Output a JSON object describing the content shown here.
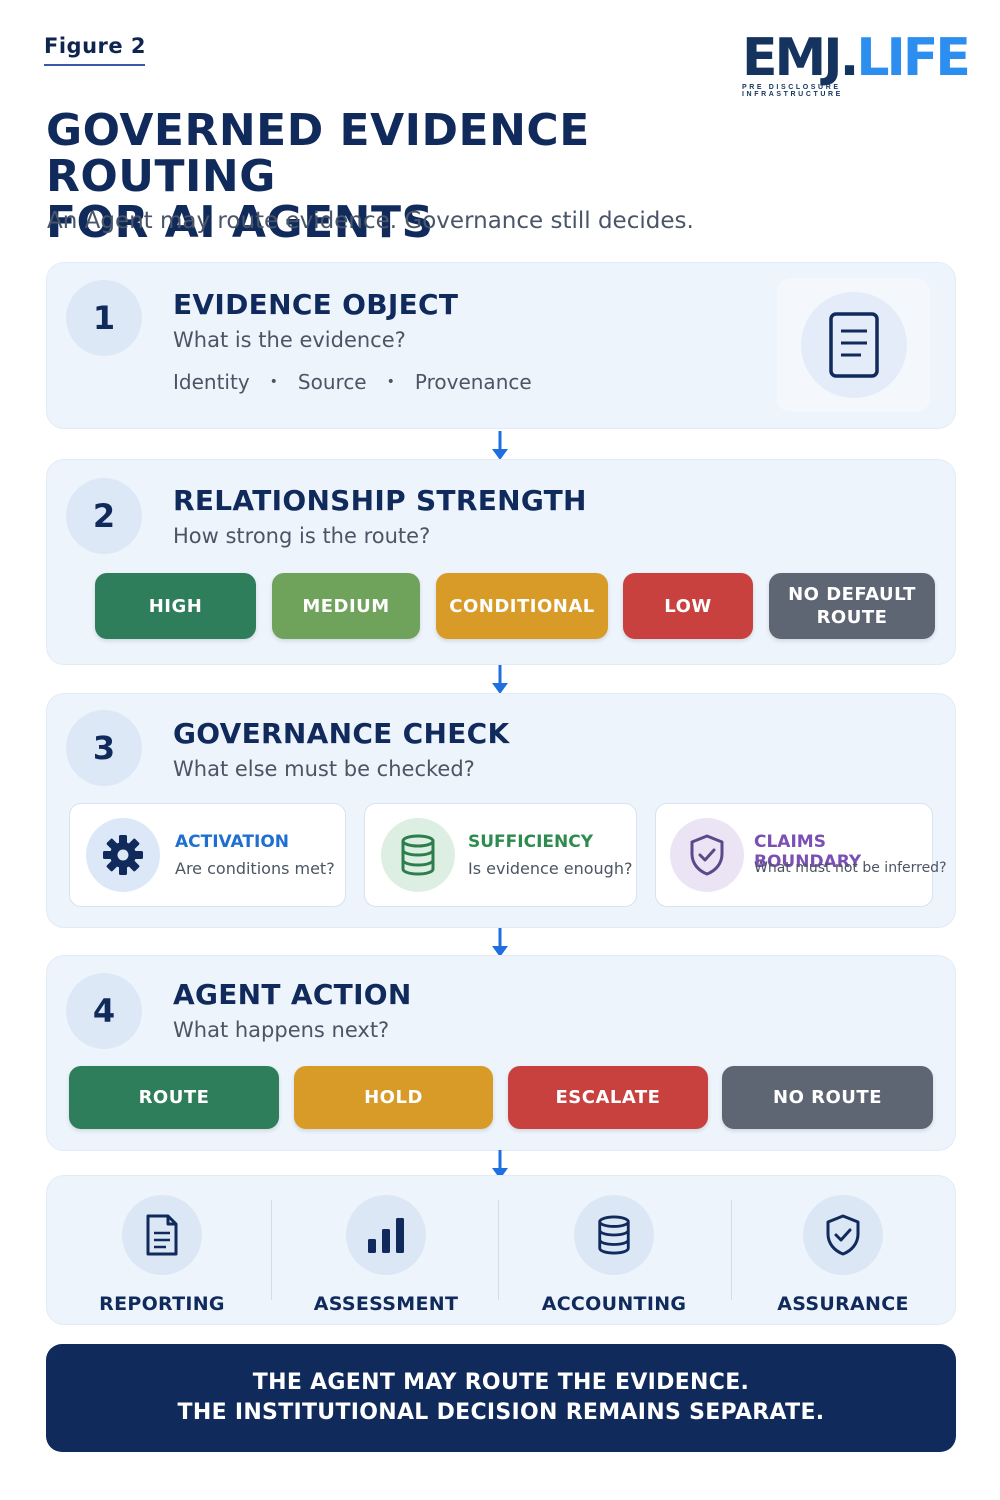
{
  "header": {
    "figure_label": "Figure 2",
    "logo": {
      "part1": "EMJ.",
      "part2": "LIFE",
      "tagline": "PRE DISCLOSURE INFRASTRUCTURE"
    },
    "title_line1": "GOVERNED EVIDENCE ROUTING",
    "title_line2": "FOR AI AGENTS",
    "subtitle": "An Agent may route evidence. Governance still decides."
  },
  "sections": {
    "s1": {
      "number": "1",
      "title": "EVIDENCE OBJECT",
      "question": "What is the evidence?",
      "tags": [
        "Identity",
        "Source",
        "Provenance"
      ],
      "separator": "•",
      "icon": "document-icon"
    },
    "s2": {
      "number": "2",
      "title": "RELATIONSHIP STRENGTH",
      "question": "How strong is the route?",
      "levels": [
        {
          "label": "HIGH",
          "color": "#2e7d5b"
        },
        {
          "label": "MEDIUM",
          "color": "#6fa35c"
        },
        {
          "label": "CONDITIONAL",
          "color": "#d89b28"
        },
        {
          "label": "LOW",
          "color": "#c8413f"
        },
        {
          "label": "NO DEFAULT ROUTE",
          "color": "#5f6673"
        }
      ]
    },
    "s3": {
      "number": "3",
      "title": "GOVERNANCE CHECK",
      "question": "What else must be checked?",
      "checks": [
        {
          "title": "ACTIVATION",
          "desc": "Are conditions met?",
          "icon": "gear-icon",
          "color": "#1f6fd1"
        },
        {
          "title": "SUFFICIENCY",
          "desc": "Is evidence enough?",
          "icon": "database-icon",
          "color": "#2e8b4e"
        },
        {
          "title": "CLAIMS BOUNDARY",
          "desc": "What must not be inferred?",
          "icon": "shield-check-icon",
          "color": "#7b4fb3"
        }
      ]
    },
    "s4": {
      "number": "4",
      "title": "AGENT ACTION",
      "question": "What happens next?",
      "actions": [
        {
          "label": "ROUTE",
          "color": "#2e7d5b"
        },
        {
          "label": "HOLD",
          "color": "#d89b28"
        },
        {
          "label": "ESCALATE",
          "color": "#c8413f"
        },
        {
          "label": "NO ROUTE",
          "color": "#5f6673"
        }
      ]
    }
  },
  "outcomes": [
    {
      "label": "REPORTING",
      "icon": "report-icon"
    },
    {
      "label": "ASSESSMENT",
      "icon": "bar-chart-icon"
    },
    {
      "label": "ACCOUNTING",
      "icon": "database-icon"
    },
    {
      "label": "ASSURANCE",
      "icon": "shield-check-icon"
    }
  ],
  "banner": {
    "line1": "THE AGENT MAY ROUTE THE EVIDENCE.",
    "line2": "THE INSTITUTIONAL DECISION REMAINS SEPARATE."
  },
  "colors": {
    "navy": "#102a5c",
    "accent_blue": "#2c8ff0",
    "arrow": "#1f6fe0"
  }
}
